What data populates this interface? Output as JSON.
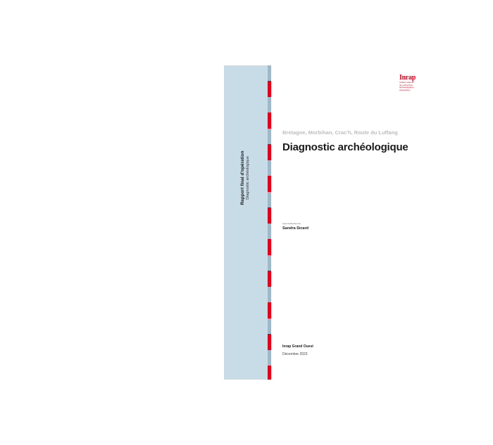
{
  "cover": {
    "spine_title": "Rapport final d'opération",
    "spine_subtitle": "Diagnostic archéologique",
    "location": "Bretagne, Morbihan, Crac'h, Route du Luffang",
    "title": "Diagnostic archéologique",
    "author_label": "sous la direction de",
    "author": "Sandra Sicard",
    "organization": "Inrap Grand Ouest",
    "date": "Décembre 2023"
  },
  "logo": {
    "word": "Inrap",
    "lines": [
      "Institut national",
      "de recherches",
      "archéologiques",
      "préventives"
    ]
  },
  "colors": {
    "band": "#c8dce8",
    "accent_red": "#e2001a",
    "stripe_blue": "#9fb9c8"
  }
}
